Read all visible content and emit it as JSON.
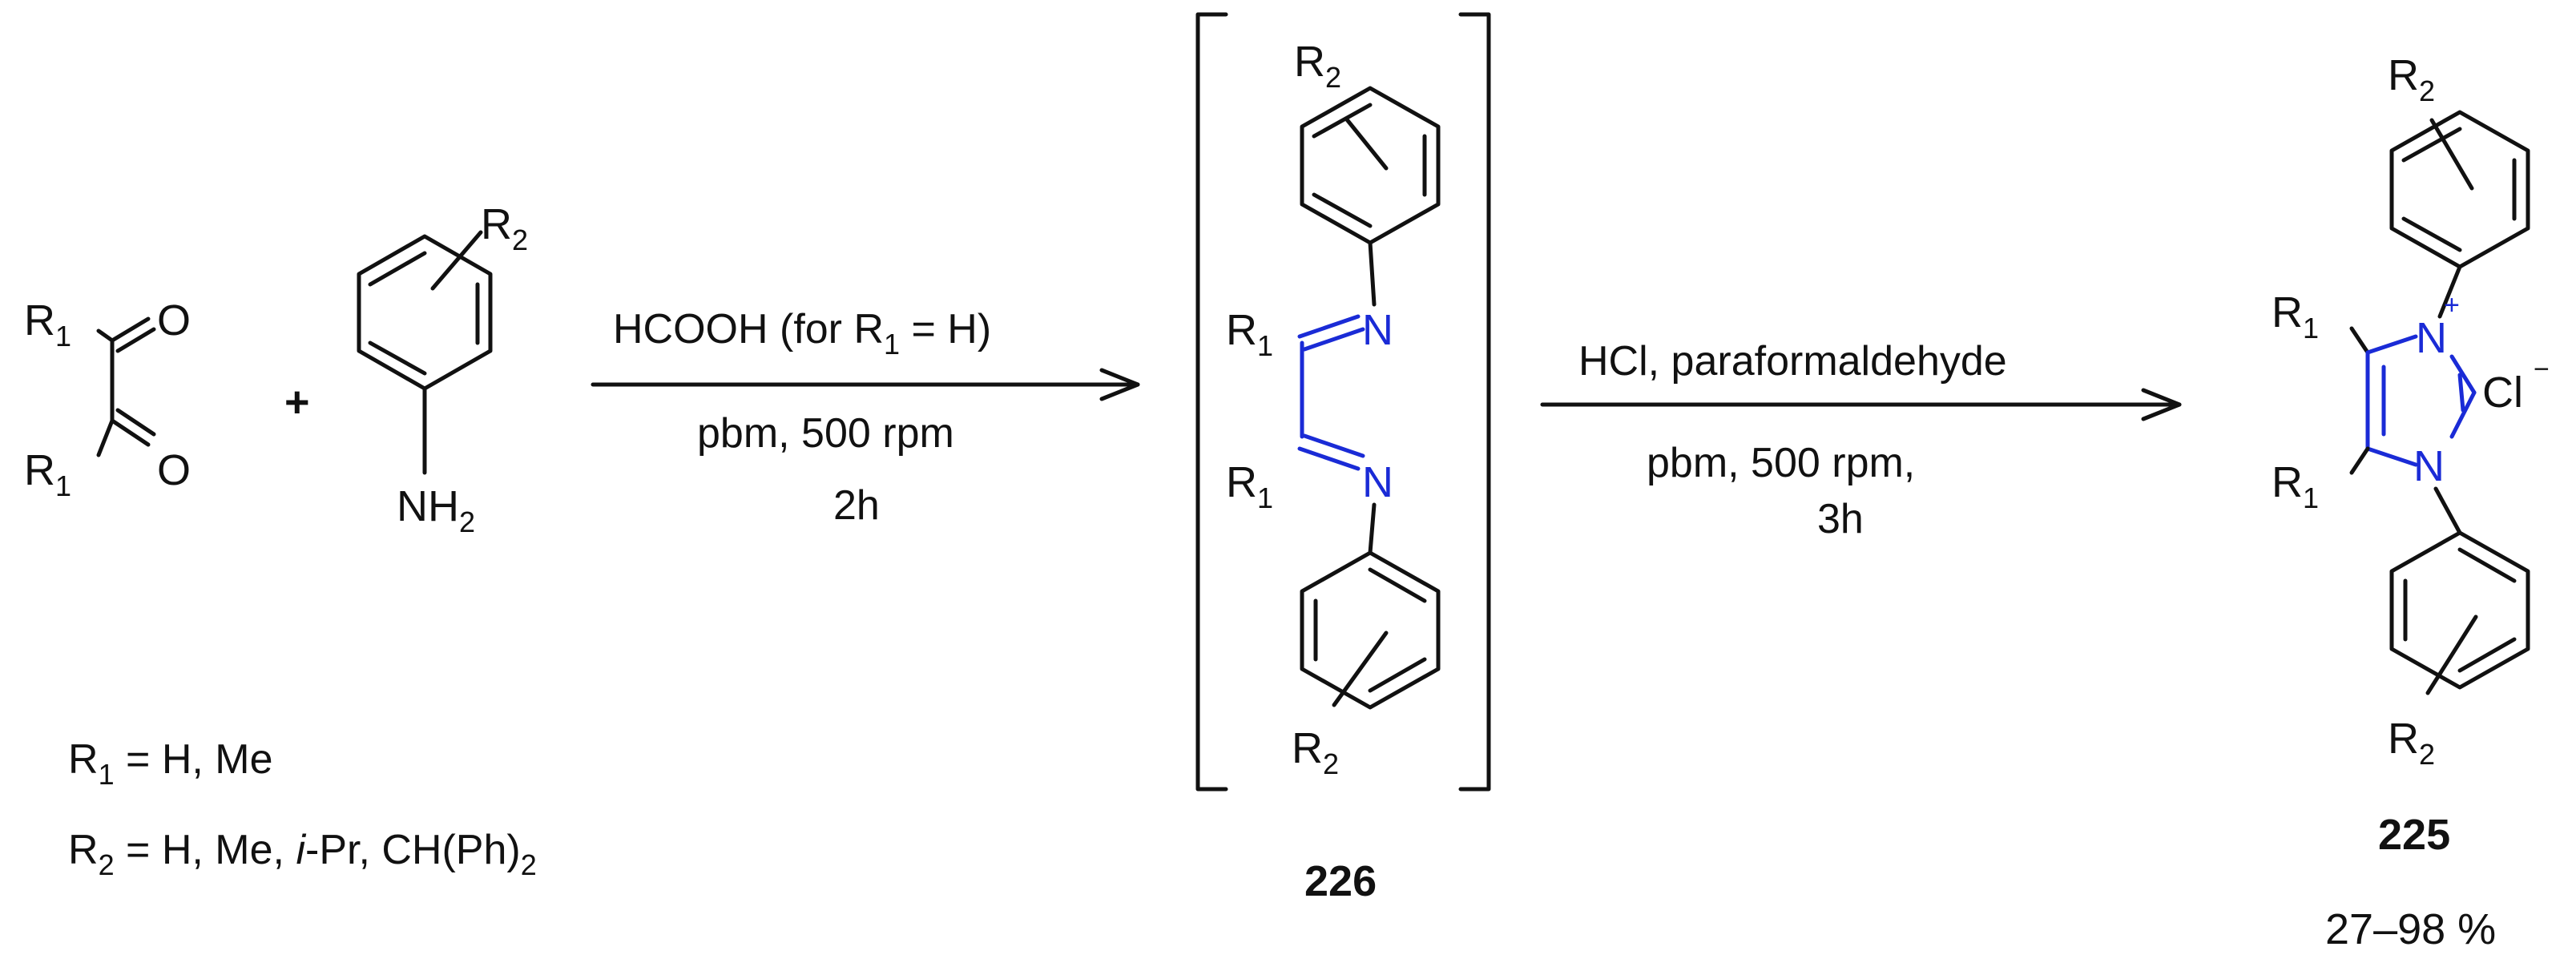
{
  "diagram": {
    "reactant1": {
      "top_sub": "1",
      "top_r": "R",
      "top_o": "O",
      "bot_r": "R",
      "bot_sub": "1",
      "bot_o": "O"
    },
    "plus": "+",
    "reactant2": {
      "r2": "R",
      "r2_sub": "2",
      "nh": "NH",
      "nh_sub": "2"
    },
    "step1": {
      "reagent": "HCOOH (for R",
      "reagent_sub": "1",
      "reagent_tail": " = H)",
      "conditions": "pbm, 500 rpm",
      "time": "2h"
    },
    "intermediate": {
      "r2_top": "R",
      "r2_top_sub": "2",
      "r1_top": "R",
      "r1_top_sub": "1",
      "n_top": "N",
      "r1_bot": "R",
      "r1_bot_sub": "1",
      "n_bot": "N",
      "r2_bot": "R",
      "r2_bot_sub": "2",
      "label": "226"
    },
    "step2": {
      "reagent": "HCl, paraformaldehyde",
      "conditions": "pbm, 500 rpm,",
      "time": "3h"
    },
    "product": {
      "r2_top": "R",
      "r2_top_sub": "2",
      "r1_top": "R",
      "r1_top_sub": "1",
      "n_top": "N",
      "n_top_charge": "+",
      "cl": "Cl",
      "cl_charge": "−",
      "r1_bot": "R",
      "r1_bot_sub": "1",
      "n_bot": "N",
      "r2_bot": "R",
      "r2_bot_sub": "2",
      "label": "225",
      "yield": "27–98 %"
    },
    "definitions": {
      "r1_line_r": "R",
      "r1_line_sub": "1",
      "r1_line_text": " = H, Me",
      "r2_line_r": "R",
      "r2_line_sub": "2",
      "r2_line_text_a": " = H, Me, ",
      "r2_line_italic": "i",
      "r2_line_text_b": "-Pr, CH(Ph)",
      "r2_line_sub2": "2"
    }
  }
}
